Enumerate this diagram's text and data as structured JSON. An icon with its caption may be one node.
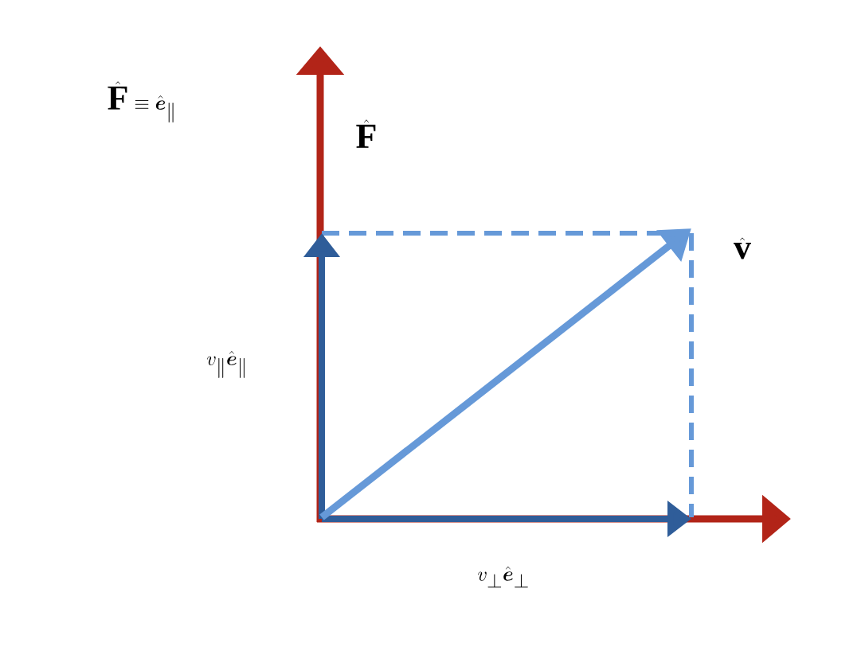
{
  "diagram": {
    "labels": [
      "\\hat{\\mathbf{F}} \\equiv \\hat{\\boldsymbol{e}}_{\\parallel}",
      "\\hat{\\mathbf{F}}",
      "\\hat{\\mathbf{v}}",
      "v_{\\parallel}\\hat{\\boldsymbol{e}}_{\\parallel}",
      "v_{\\perp}\\hat{\\boldsymbol{e}}_{\\perp}"
    ]
  }
}
